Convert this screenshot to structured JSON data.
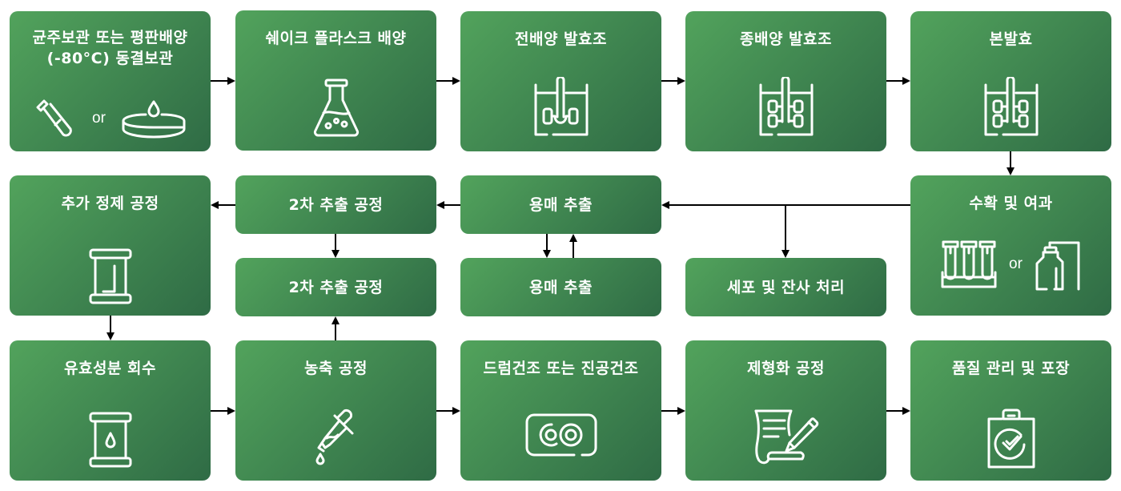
{
  "colors": {
    "box_start": "#52a35c",
    "box_end": "#2f6b45",
    "text": "#ffffff",
    "connector": "#000000"
  },
  "steps": {
    "stock": {
      "title_line1": "균주보관 또는 평판배양",
      "title_line2": "(-80°C) 동결보관",
      "icons": [
        "test-tube-icon",
        "petri-dish-icon"
      ],
      "or_label": "or"
    },
    "flask": {
      "title": "쉐이크 플라스크 배양",
      "icon": "erlenmeyer-flask-icon"
    },
    "pre_ferment": {
      "title": "전배양 발효조",
      "icon": "fermenter-single-icon"
    },
    "seed_ferment": {
      "title": "종배양 발효조",
      "icon": "fermenter-double-icon"
    },
    "main_ferment": {
      "title": "본발효",
      "icon": "fermenter-double-icon"
    },
    "purify": {
      "title": "추가 정제 공정",
      "icon": "column-icon"
    },
    "secondary_extract_a": {
      "title": "2차 추출 공정"
    },
    "solvent_extract_a": {
      "title": "용매 추출"
    },
    "harvest": {
      "title": "수확 및 여과",
      "icons": [
        "test-tube-rack-icon",
        "filter-tank-icon"
      ],
      "or_label": "or"
    },
    "secondary_extract_b": {
      "title": "2차 추출 공정"
    },
    "solvent_extract_b": {
      "title": "용매 추출"
    },
    "cell_debris": {
      "title": "세포 및 잔사 처리"
    },
    "recover": {
      "title": "유효성분 회수",
      "icon": "drum-droplet-icon"
    },
    "concentrate": {
      "title": "농축 공정",
      "icon": "dropper-icon"
    },
    "drying": {
      "title": "드럼건조 또는 진공건조",
      "icon": "drum-dryer-icon"
    },
    "formulate": {
      "title": "제형화 공정",
      "icon": "document-pen-icon"
    },
    "qc_pack": {
      "title": "품질 관리 및 포장",
      "icon": "clipboard-check-icon"
    }
  }
}
